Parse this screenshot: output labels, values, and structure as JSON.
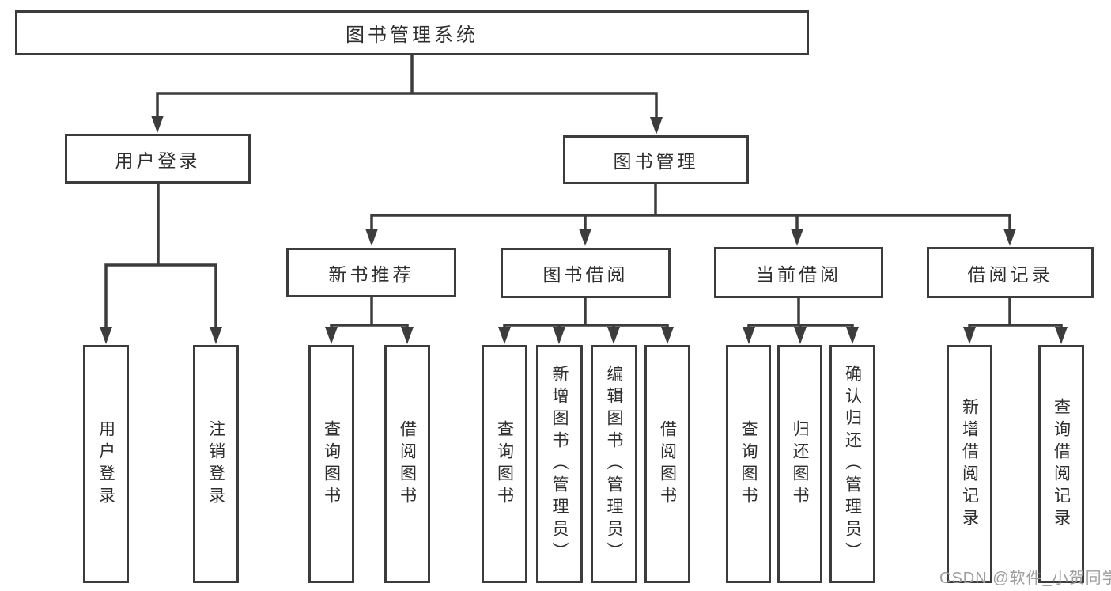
{
  "diagram_type": "hierarchy-tree",
  "title": "图书管理系统",
  "watermark": "CSDN @软件_小贺同学",
  "colors": {
    "line": "#3c3c3c",
    "box_border": "#3c3c3c",
    "text": "#2e2e2e",
    "watermark": "#9e9e9e",
    "background": "#ffffff"
  },
  "level2": {
    "user_login": "用户登录",
    "book_management": "图书管理"
  },
  "level3": {
    "new_book_recommend": "新书推荐",
    "book_borrow": "图书借阅",
    "current_borrow": "当前借阅",
    "borrow_records": "借阅记录"
  },
  "leaves": {
    "user_login": "用户登录",
    "logout": "注销登录",
    "rec_query_books": "查询图书",
    "rec_borrow_books": "借阅图书",
    "bb_query_books": "查询图书",
    "bb_add_books": "新增图书（管理员）",
    "bb_edit_books": "编辑图书（管理员）",
    "bb_borrow_books": "借阅图书",
    "cb_query_books": "查询图书",
    "cb_return_books": "归还图书",
    "cb_confirm_return": "确认归还（管理员）",
    "br_add_record": "新增借阅记录",
    "br_query_record": "查询借阅记录"
  }
}
